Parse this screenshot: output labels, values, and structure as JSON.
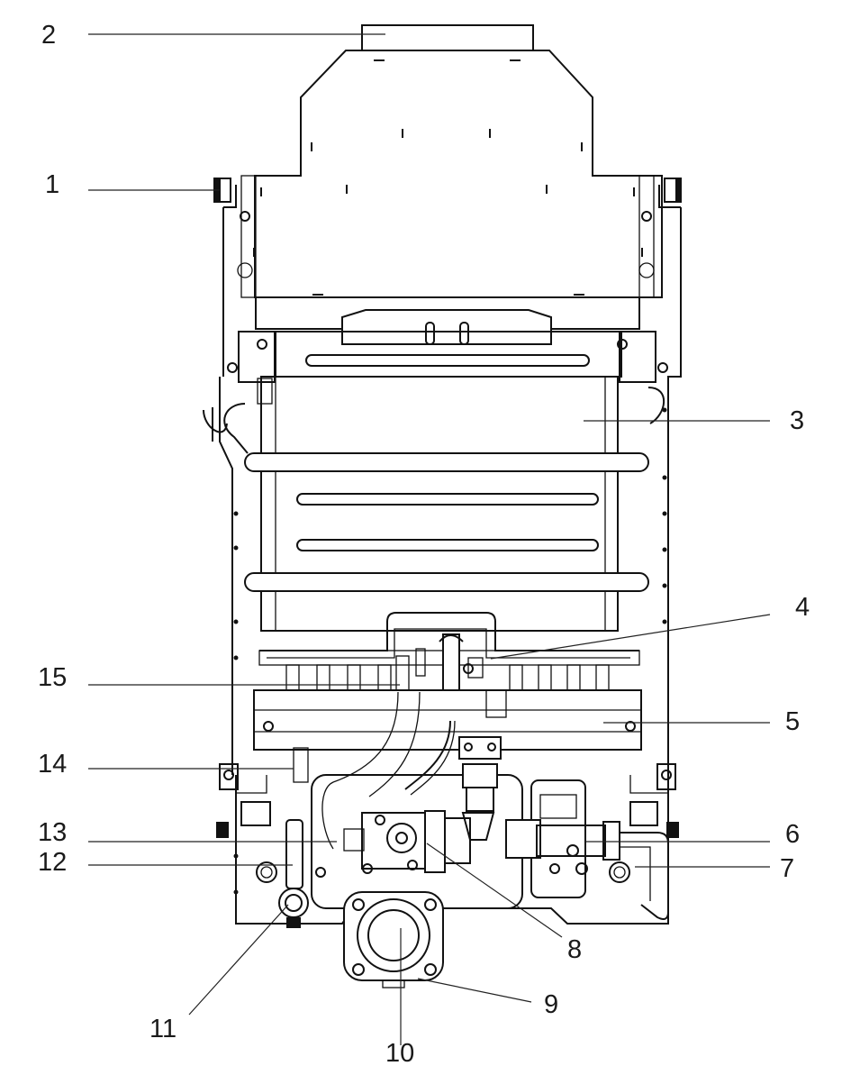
{
  "callouts": [
    {
      "id": "1",
      "text": "1"
    },
    {
      "id": "2",
      "text": "2"
    },
    {
      "id": "3",
      "text": "3"
    },
    {
      "id": "4",
      "text": "4"
    },
    {
      "id": "5",
      "text": "5"
    },
    {
      "id": "6",
      "text": "6"
    },
    {
      "id": "7",
      "text": "7"
    },
    {
      "id": "8",
      "text": "8"
    },
    {
      "id": "9",
      "text": "9"
    },
    {
      "id": "10",
      "text": "10"
    },
    {
      "id": "11",
      "text": "11"
    },
    {
      "id": "12",
      "text": "12"
    },
    {
      "id": "13",
      "text": "13"
    },
    {
      "id": "14",
      "text": "14"
    },
    {
      "id": "15",
      "text": "15"
    }
  ],
  "colors": {
    "line": "#111111",
    "background": "#ffffff"
  }
}
